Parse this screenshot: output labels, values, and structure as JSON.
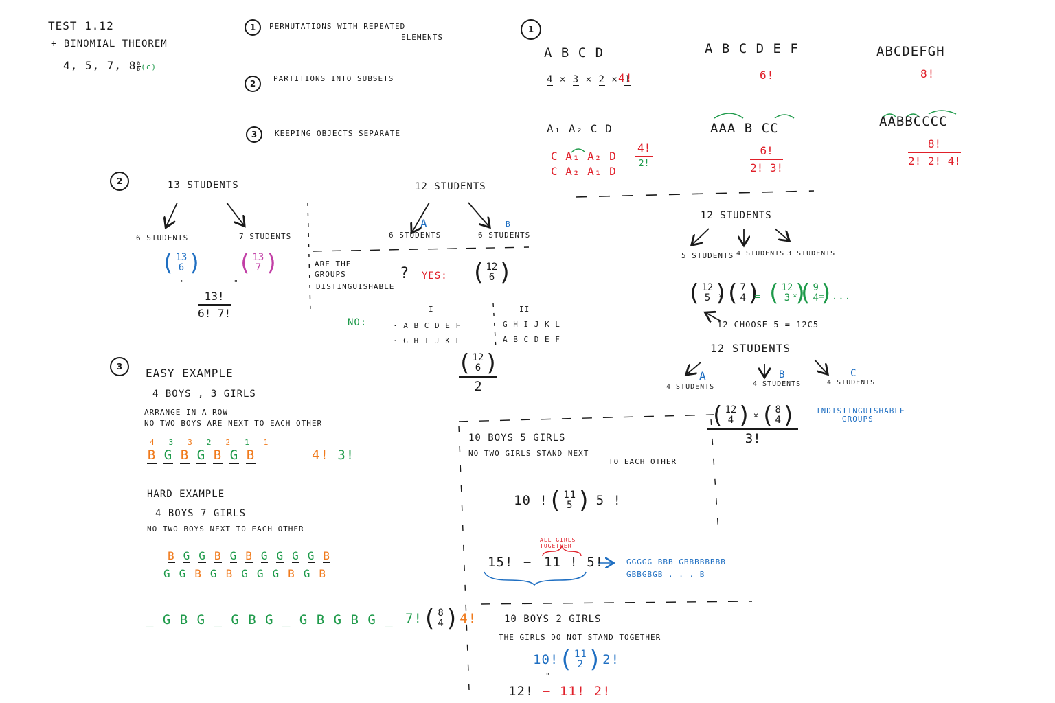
{
  "header": {
    "test": "TEST 1.12",
    "binomial": "+ BINOMIAL THEOREM",
    "exercises": "4, 5, 7, 8",
    "exercises_frac_num": "a",
    "exercises_frac_den": "b",
    "exercises_c": "(c)"
  },
  "topics": [
    {
      "num": "1",
      "label": "PERMUTATIONS   WITH   REPEATED",
      "label2": "ELEMENTS"
    },
    {
      "num": "2",
      "label": "PARTITIONS   INTO   SUBSETS"
    },
    {
      "num": "3",
      "label": "KEEPING   OBJECTS   SEPARATE"
    }
  ],
  "section1": {
    "num": "1",
    "col1_letters": "A B C D",
    "col1_product": [
      "4",
      "×",
      "3",
      "×",
      "2",
      "×",
      "1"
    ],
    "col1_result": "4!",
    "col2_letters": "A B C D E F",
    "col2_result": "6!",
    "col3_letters": "ABCDEFGH",
    "col3_result": "8!",
    "rep1_letters": "A₁ A₂ C D",
    "rep1_row1": "C A₁ A₂ D",
    "rep1_row2": "C A₂ A₁ D",
    "rep1_num": "4!",
    "rep1_den": "2!",
    "rep2_letters": "AAA B CC",
    "rep2_num": "6!",
    "rep2_den": "2! 3!",
    "rep3_letters": "AABBCCCC",
    "rep3_num": "8!",
    "rep3_den": "2! 2! 4!"
  },
  "section2": {
    "num": "2",
    "a_top": "13 STUDENTS",
    "a_left": "6 STUDENTS",
    "a_right": "7 STUDENTS",
    "a_binom_left": [
      "13",
      "6"
    ],
    "a_binom_right": [
      "13",
      "7"
    ],
    "a_eq": "\"",
    "a_num": "13!",
    "a_den": "6! 7!",
    "b_top": "12 STUDENTS",
    "b_left": "6 STUDENTS",
    "b_right": "6 STUDENTS",
    "b_label_a": "A",
    "b_label_b": "B",
    "question1": "ARE THE",
    "question2": "GROUPS",
    "question3": "DISTINGUISHABLE",
    "question_mark": "?",
    "yes": "YES:",
    "yes_binom": [
      "12",
      "6"
    ],
    "no": "NO:",
    "group_i": "I",
    "group_ii": "II",
    "i_row1": "· A B C D E F",
    "i_row2": "· G H I J K L",
    "ii_row1": "G H I J K L",
    "ii_row2": "A B C D E F",
    "no_binom": [
      "12",
      "6"
    ],
    "no_den": "2",
    "c_top": "12 STUDENTS",
    "c_groups": [
      "5 STUDENTS",
      "4 STUDENTS",
      "3 STUDENTS"
    ],
    "c_binom1": [
      "12",
      "5"
    ],
    "c_binom2": [
      "7",
      "4"
    ],
    "c_eq": "=",
    "c_binom3": [
      "12",
      "3"
    ],
    "c_binom4": [
      "9",
      "4"
    ],
    "c_tail": "= ...",
    "c_choose": "12 CHOOSE 5 = 12C5",
    "d_top": "12 STUDENTS",
    "d_groups": [
      "4 STUDENTS",
      "4 STUDENTS",
      "4 STUDENTS"
    ],
    "d_labels": [
      "A",
      "B",
      "C"
    ],
    "d_binom1": [
      "12",
      "4"
    ],
    "d_binom2": [
      "8",
      "4"
    ],
    "d_den": "3!",
    "d_note1": "INDISTINGUISHABLE",
    "d_note2": "GROUPS"
  },
  "section3": {
    "num": "3",
    "easy_title": "EASY EXAMPLE",
    "easy_sub": "4 BOYS , 3 GIRLS",
    "easy_line1": "ARRANGE   IN   A   ROW",
    "easy_line2": "NO  TWO  BOYS  ARE  NEXT  TO  EACH  OTHER",
    "easy_nums": [
      "4",
      "3",
      "3",
      "2",
      "2",
      "1",
      "1"
    ],
    "easy_seq": [
      "B",
      "G",
      "B",
      "G",
      "B",
      "G",
      "B"
    ],
    "easy_result_a": "4!",
    "easy_result_b": "3!",
    "hard_title": "HARD EXAMPLE",
    "hard_sub": "4 BOYS   7 GIRLS",
    "hard_line": "NO  TWO  BOYS  NEXT  TO  EACH  OTHER",
    "hard_row1": [
      "B",
      "G",
      "G",
      "B",
      "G",
      "B",
      "G",
      "G",
      "G",
      "G",
      "B"
    ],
    "hard_row2": [
      "G",
      "G",
      "B",
      "G",
      "B",
      "G",
      "G",
      "G",
      "B",
      "G",
      "B"
    ],
    "gaps_row": "_ G B G _ G B G _ G B G B G _",
    "gaps_result_a": "7!",
    "gaps_binom": [
      "8",
      "4"
    ],
    "gaps_result_b": "4!",
    "box1_title": "10  BOYS   5  GIRLS",
    "box1_line": "NO  TWO  GIRLS  STAND  NEXT",
    "box1_line2": "TO  EACH  OTHER",
    "box1_formula_a": "10 !",
    "box1_binom": [
      "11",
      "5"
    ],
    "box1_formula_b": "5 !",
    "box1_alt_a": "15!",
    "box1_alt_minus": "−",
    "box1_alt_b": "11 ! 5!",
    "box1_alt_note": "ALL GIRLS TOGETHER",
    "box1_arrow_note1": "GGGGG BBB GBBBBBBBB",
    "box1_arrow_note2": "GBBGBGB . . . B",
    "box2_title": "10 BOYS   2 GIRLS",
    "box2_line": "THE  GIRLS  DO  NOT  STAND  TOGETHER",
    "box2_formula_a": "10!",
    "box2_binom": [
      "11",
      "2"
    ],
    "box2_formula_b": "2!",
    "box2_eq": "\"",
    "box2_alt_a": "12!",
    "box2_alt_b": "− 11! 2!"
  },
  "colors": {
    "ink": "#1a1a1a",
    "red": "#e0202a",
    "green": "#1e9a4a",
    "blue": "#1f6fc2",
    "magenta": "#c23fa6",
    "orange": "#f07a1c"
  }
}
